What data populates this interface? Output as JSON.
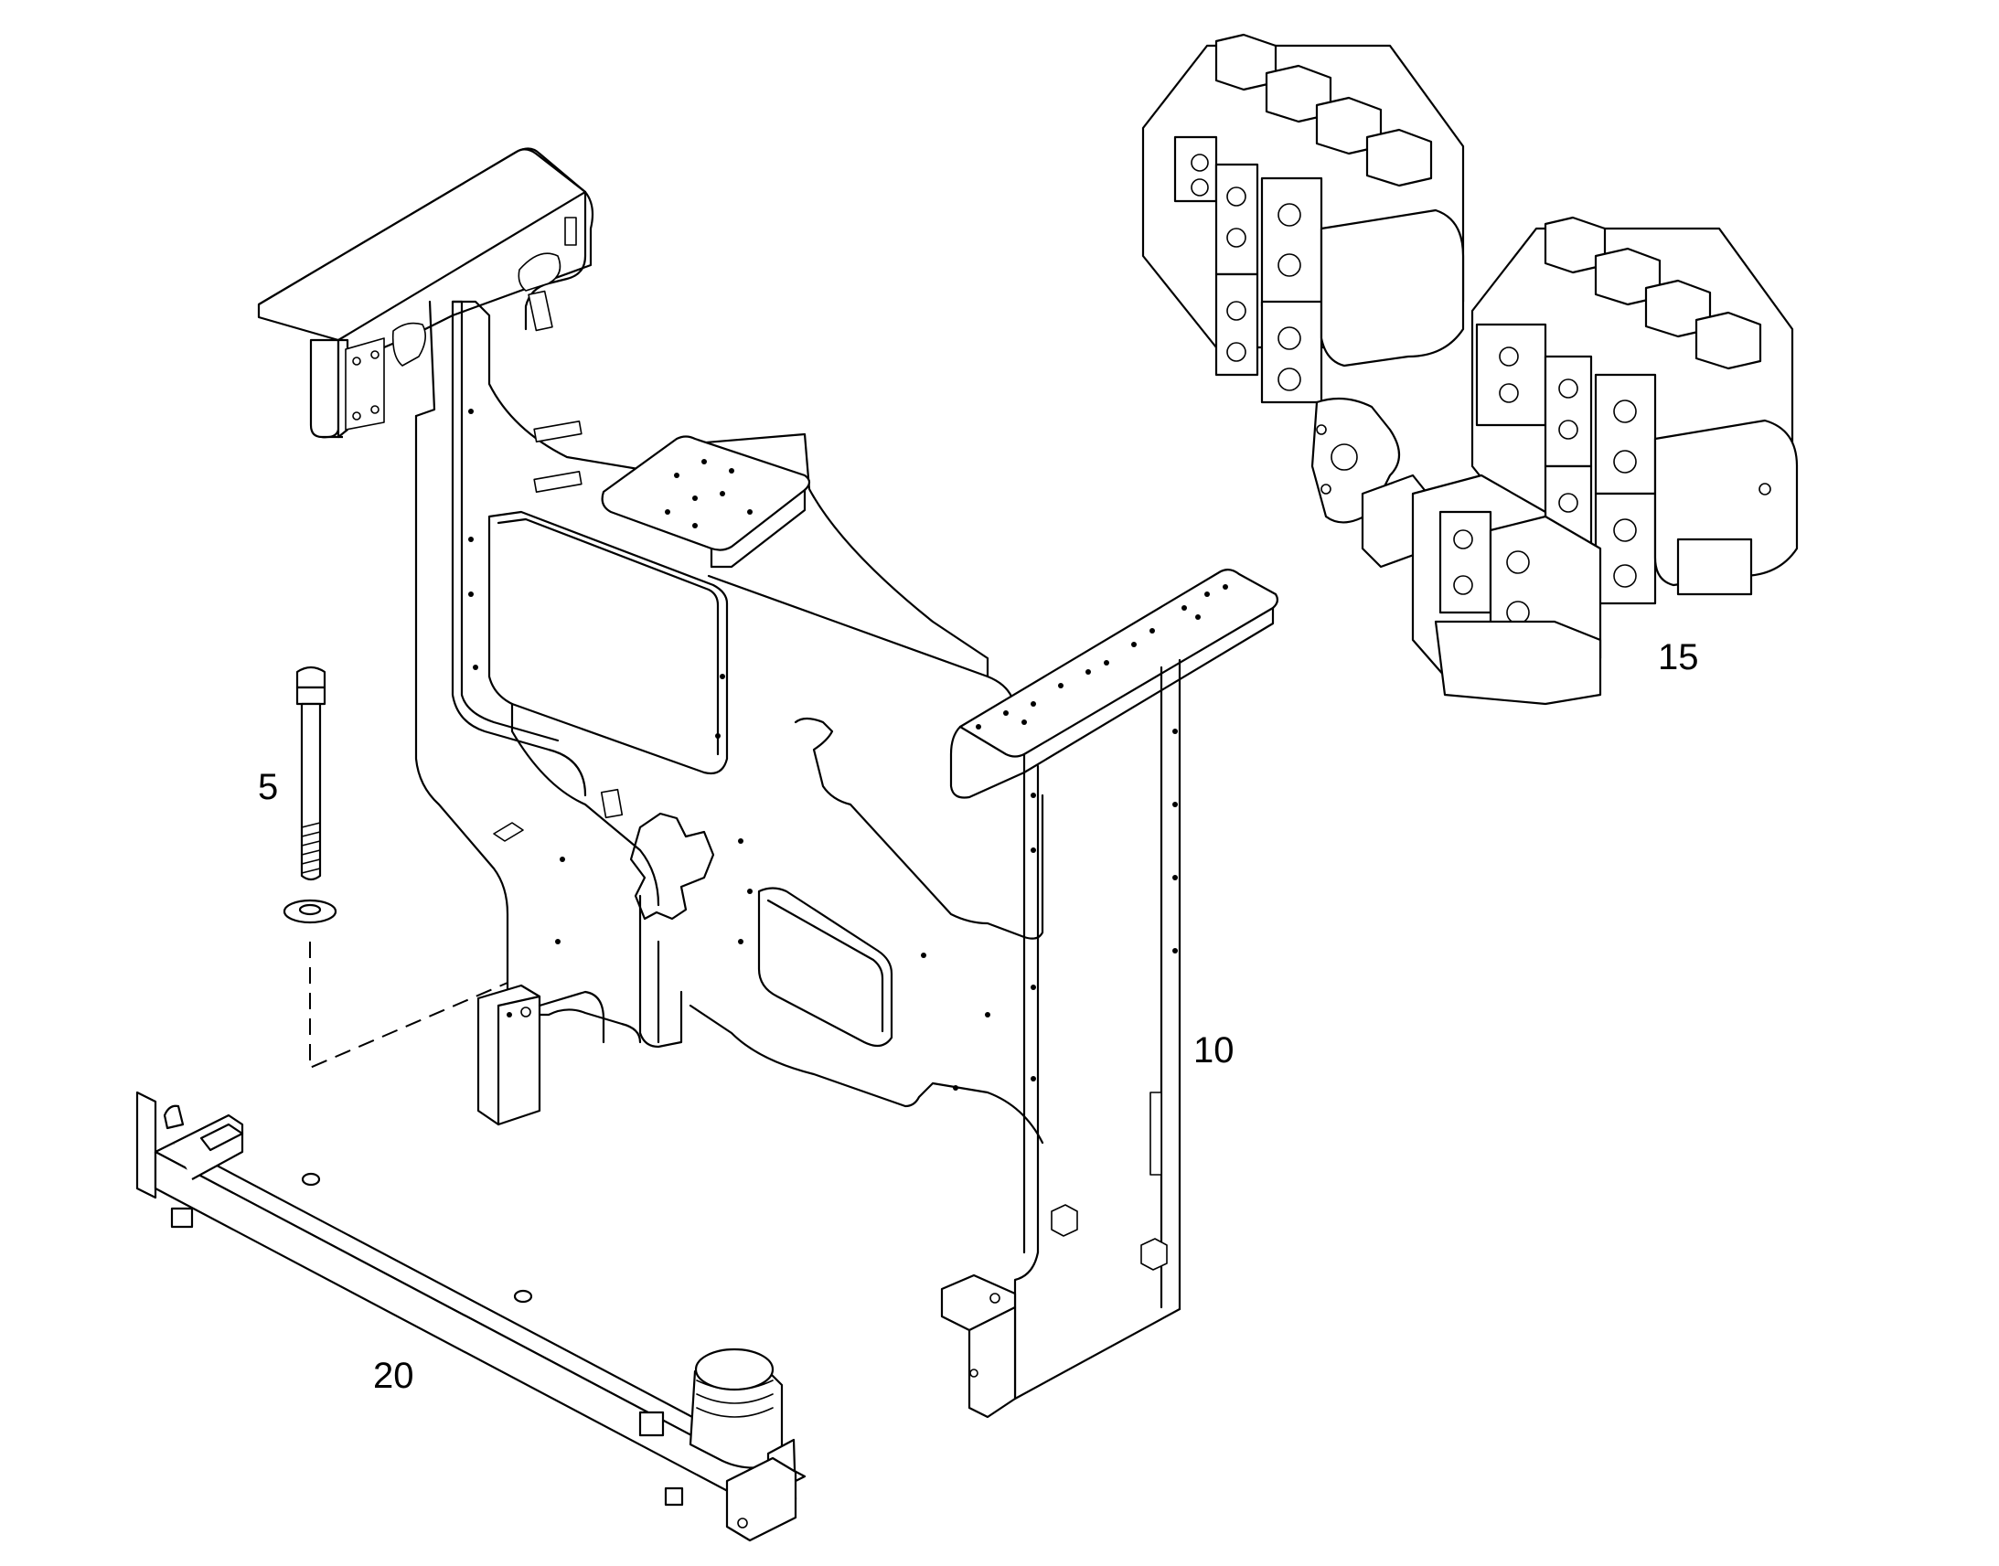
{
  "diagram": {
    "callouts": [
      {
        "id": "frame",
        "label": "10"
      },
      {
        "id": "bolt",
        "label": "5"
      },
      {
        "id": "valve",
        "label": "15"
      },
      {
        "id": "crossbar",
        "label": "20"
      }
    ]
  }
}
